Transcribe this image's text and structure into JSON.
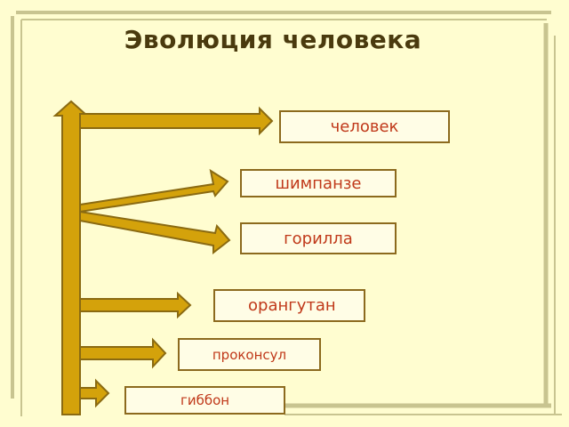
{
  "title": "Эволюция человека",
  "species": [
    {
      "label": "человек"
    },
    {
      "label": "шимпанзе"
    },
    {
      "label": "горилла"
    },
    {
      "label": " орангутан"
    },
    {
      "label": "проконсул"
    },
    {
      "label": "гиббон"
    }
  ],
  "colors": {
    "background": "#fffdd0",
    "arrow_fill": "#d4a20b",
    "arrow_stroke": "#8a6a12",
    "label_text": "#c0391a",
    "label_border": "#8c6a1e",
    "frame_line": "#c8c490"
  }
}
